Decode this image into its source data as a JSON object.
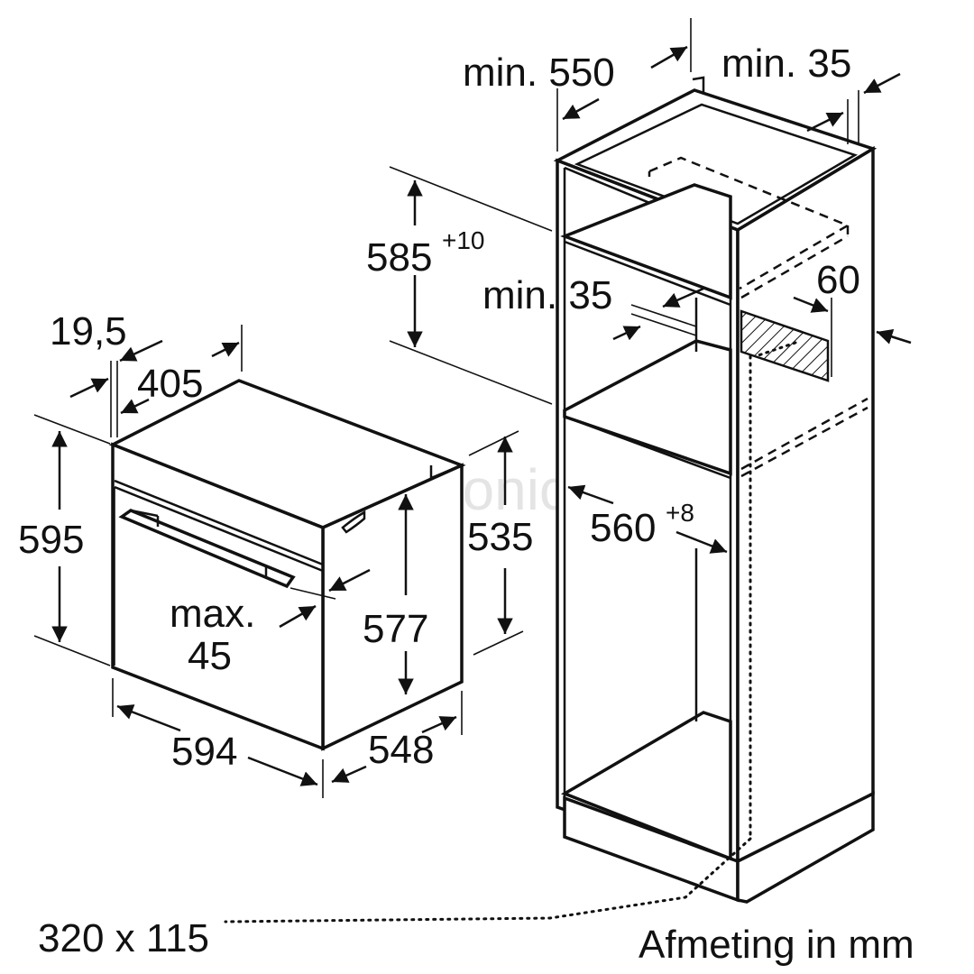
{
  "watermark": "euronics",
  "oven": {
    "height": "595",
    "width": "594",
    "depth": "548",
    "front_thickness": "19,5",
    "top_depth": "405",
    "side_height": "535",
    "inner_height": "577",
    "handle_label_top": "max.",
    "handle_label_bottom": "45"
  },
  "cabinet": {
    "min_depth": "min. 550",
    "min_gap_top": "min. 35",
    "niche_height": "585",
    "niche_height_tol": "+10",
    "min_gap_back": "min. 35",
    "vent_depth": "60",
    "niche_width": "560",
    "niche_width_tol": "+8"
  },
  "vent_opening": "320 x 115",
  "units_note": "Afmeting in mm"
}
